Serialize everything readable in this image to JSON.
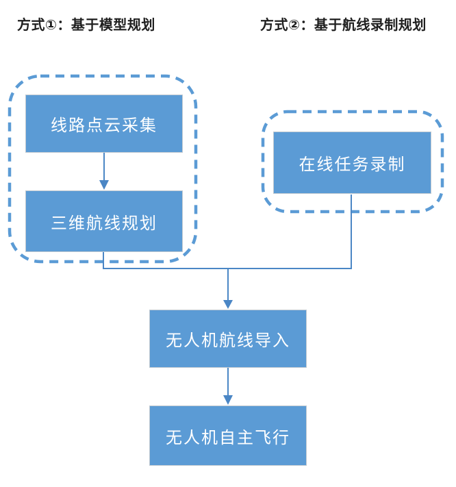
{
  "colors": {
    "background": "#ffffff",
    "box_fill": "#5b9bd5",
    "box_border": "#c2cad1",
    "box_text": "#ffffff",
    "dashed_border": "#5b9bd5",
    "connector": "#4a86c5",
    "heading_text": "#1f1f1f"
  },
  "headings": {
    "method1": "方式①：基于模型规划",
    "method2": "方式②：基于航线录制规划"
  },
  "flowchart": {
    "method1_group": {
      "nodes": [
        {
          "label": "线路点云采集"
        },
        {
          "label": "三维航线规划"
        }
      ]
    },
    "method2_group": {
      "nodes": [
        {
          "label": "在线任务录制"
        }
      ]
    },
    "shared_nodes": [
      {
        "label": "无人机航线导入"
      },
      {
        "label": "无人机自主飞行"
      }
    ],
    "edges": [
      {
        "from": "线路点云采集",
        "to": "三维航线规划"
      },
      {
        "from": "三维航线规划",
        "to": "无人机航线导入"
      },
      {
        "from": "在线任务录制",
        "to": "无人机航线导入"
      },
      {
        "from": "无人机航线导入",
        "to": "无人机自主飞行"
      }
    ]
  }
}
